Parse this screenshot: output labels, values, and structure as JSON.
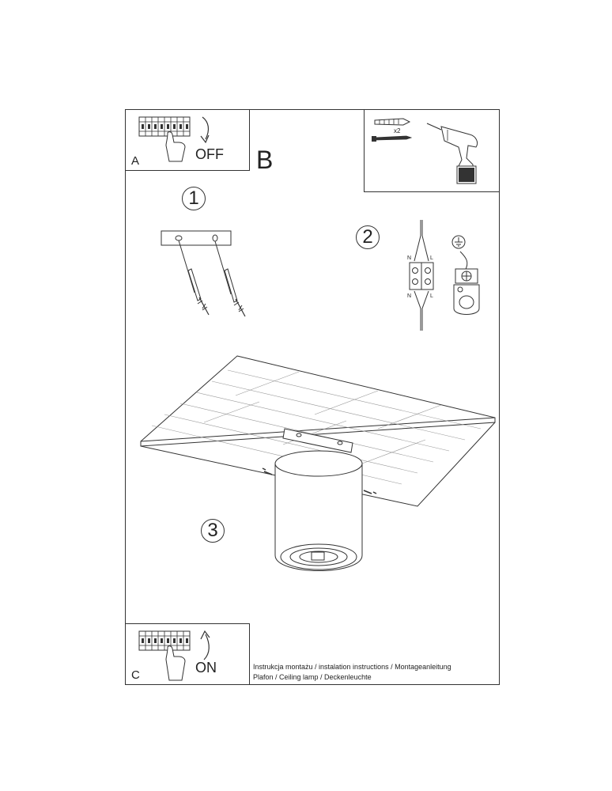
{
  "panel_a": {
    "letter": "A",
    "switch_text": "OFF"
  },
  "section_b": {
    "letter": "B"
  },
  "tools": {
    "quantity": "x2"
  },
  "steps": {
    "step1": "1",
    "step2": "2",
    "step3": "3"
  },
  "wiring": {
    "terminal_n_top": "N",
    "terminal_l_top": "L",
    "terminal_n_bottom": "N",
    "terminal_l_bottom": "L"
  },
  "panel_c": {
    "letter": "C",
    "switch_text": "ON"
  },
  "footer": {
    "line1": "Instrukcja montażu / instalation instructions / Montageanleitung",
    "line2": "Plafon / Ceiling lamp / Deckenleuchte"
  },
  "colors": {
    "line": "#333333",
    "background": "#ffffff"
  }
}
